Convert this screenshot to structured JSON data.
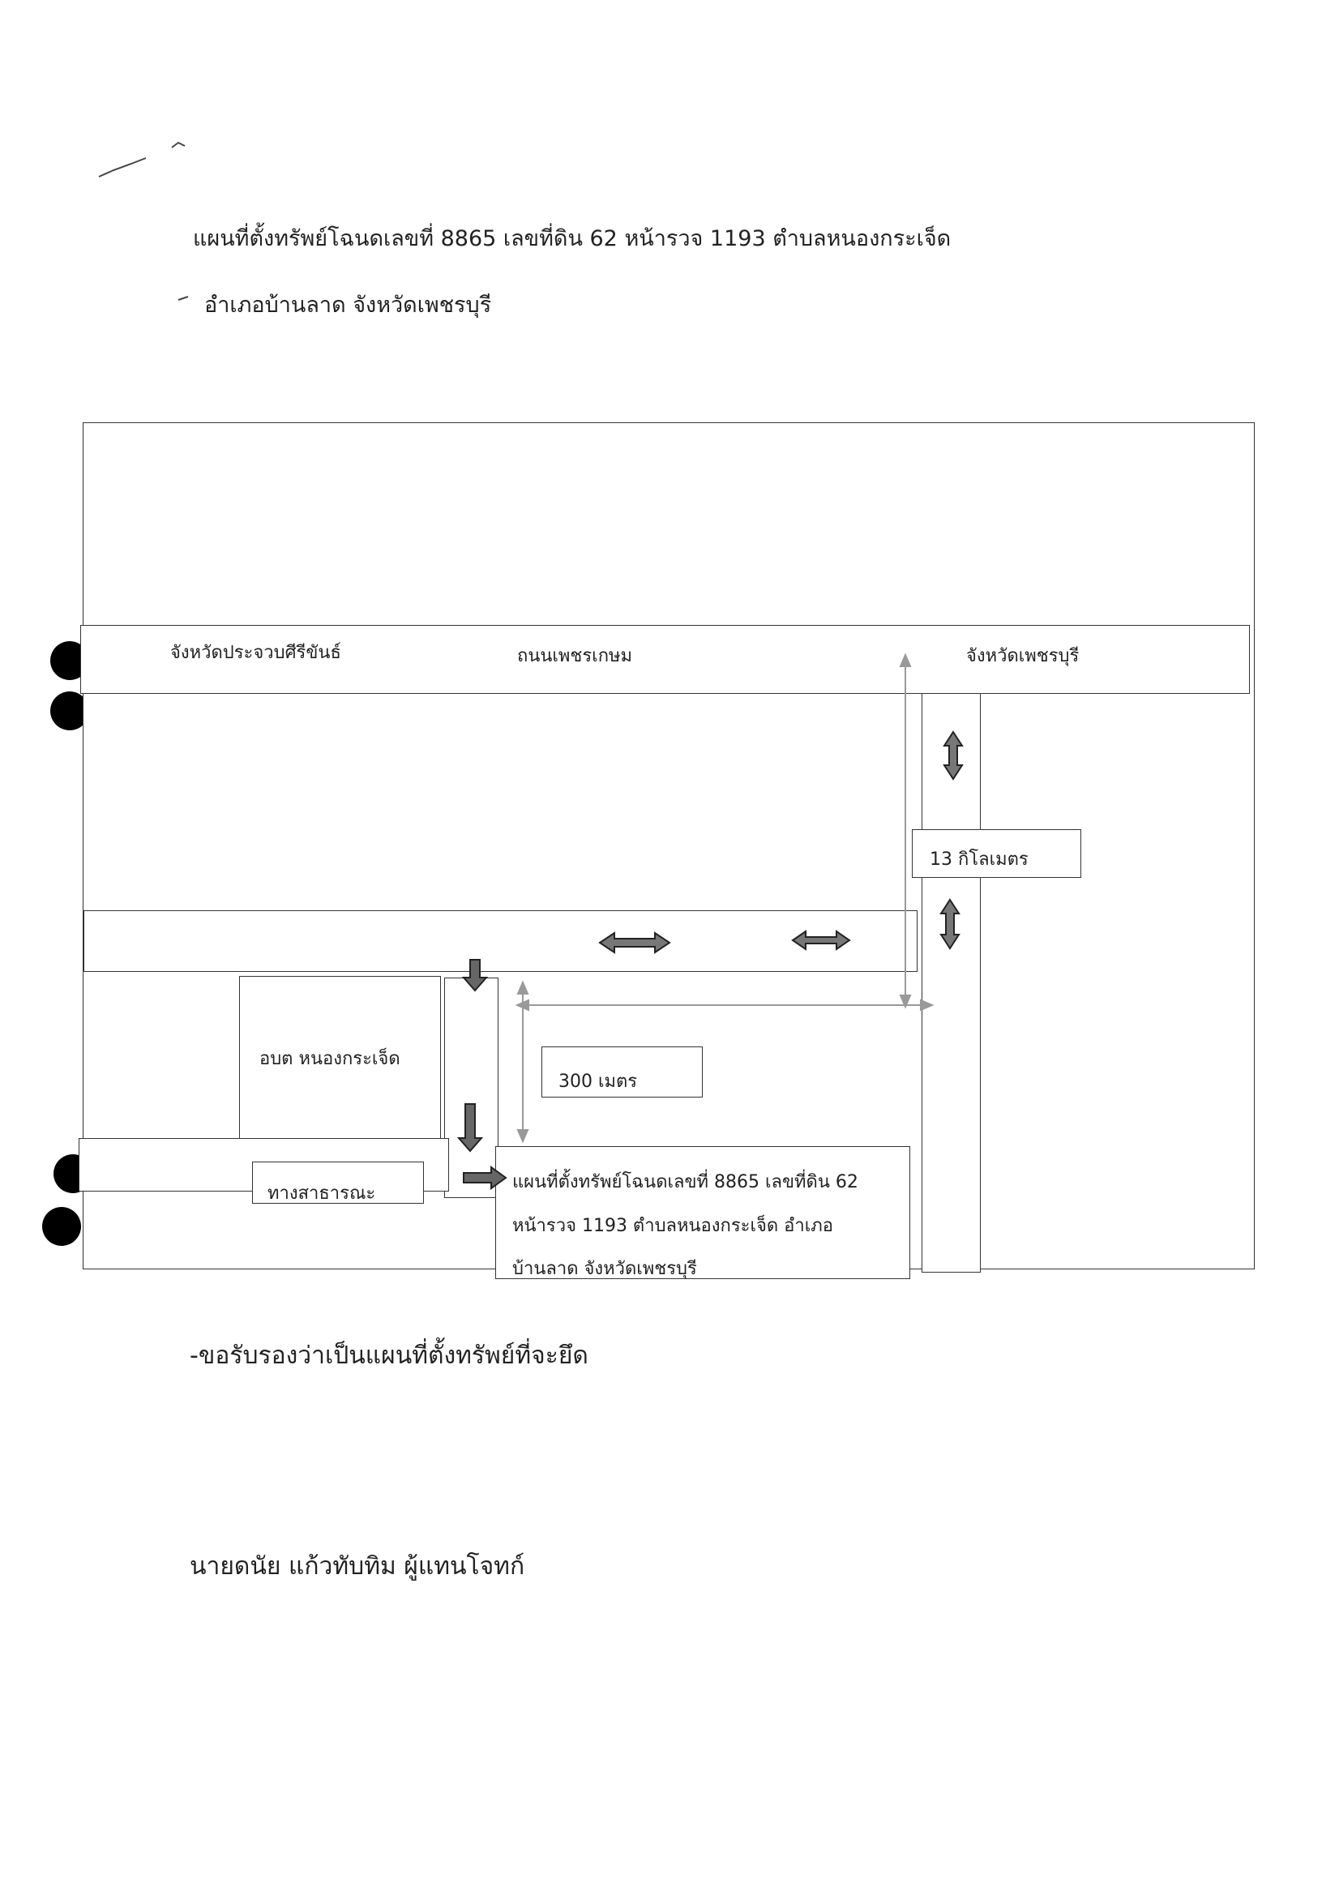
{
  "header": {
    "line1": "แผนที่ตั้งทรัพย์โฉนดเลขที่ 8865 เลขที่ดิน 62 หน้ารวจ 1193 ตำบลหนองกระเจ็ด",
    "line2": "อำเภอบ้านลาด จังหวัดเพชรบุรี"
  },
  "map": {
    "road_label_left": "จังหวัดประจวบศีรีขันธ์",
    "road_label_center": "ถนนเพชรเกษม",
    "road_label_right": "จังหวัดเพชรบุรี",
    "distance_km": "13 กิโลเมตร",
    "distance_m": "300 เมตร",
    "office_label": "อบต หนองกระเจ็ด",
    "public_way": "ทางสาธารณะ",
    "property_line1": "แผนที่ตั้งทรัพย์โฉนดเลขที่ 8865 เลขที่ดิน 62",
    "property_line2": "หน้ารวจ 1193 ตำบลหนองกระเจ็ด อำเภอ",
    "property_line3": "บ้านลาด จังหวัดเพชรบุรี"
  },
  "certification": "-ขอรับรองว่าเป็นแผนที่ตั้งทรัพย์ที่จะยึด",
  "signature": "นายดนัย แก้วทับทิม ผู้แทนโจทก์"
}
